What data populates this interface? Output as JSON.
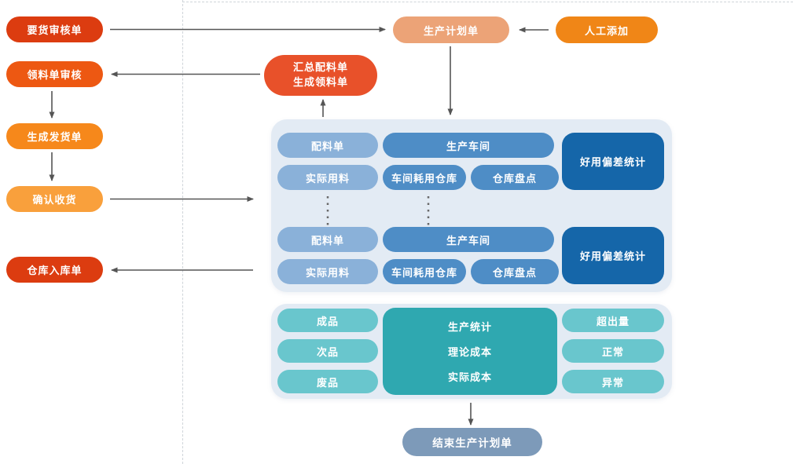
{
  "diagram_title": "production-plan-flow",
  "colors": {
    "red": "#DC3C10",
    "orange_red": "#ED5812",
    "orange": "#F6881B",
    "light_orange": "#F9A03C",
    "salmon": "#ECA377",
    "manual_orange": "#F08617",
    "summary_red": "#E8512A",
    "light_blue_pill": "#8AB1D9",
    "blue_pill": "#4E8DC6",
    "dark_blue": "#1566A9",
    "panel_bg": "#E3EBF4",
    "teal_pill": "#69C6CD",
    "teal_block": "#2FA8B0",
    "end_gray_blue": "#7D9AB9",
    "arrow": "#555555",
    "guide_dash": "#CFD4D9"
  },
  "left_flow": {
    "demand_audit": "要货审核单",
    "picking_audit": "领料单审核",
    "create_shipment": "生成发货单",
    "confirm_receipt": "确认收货",
    "warehouse_inbound": "仓库入库单"
  },
  "top_flow": {
    "production_plan": "生产计划单",
    "manual_add": "人工添加",
    "summary_line1": "汇总配料单",
    "summary_line2": "生成领料单"
  },
  "workshop_panel": {
    "groups": [
      {
        "batch_list": "配料单",
        "workshop": "生产车间",
        "actual_usage": "实际用料",
        "workshop_warehouse": "车间耗用仓库",
        "stocktake": "仓库盘点",
        "deviation_stat": "好用偏差统计"
      },
      {
        "batch_list": "配料单",
        "workshop": "生产车间",
        "actual_usage": "实际用料",
        "workshop_warehouse": "车间耗用仓库",
        "stocktake": "仓库盘点",
        "deviation_stat": "好用偏差统计"
      }
    ]
  },
  "stats_panel": {
    "outputs": [
      "成品",
      "次品",
      "废品"
    ],
    "center": [
      "生产统计",
      "理论成本",
      "实际成本"
    ],
    "levels": [
      "超出量",
      "正常",
      "异常"
    ]
  },
  "end_node": "结束生产计划单"
}
